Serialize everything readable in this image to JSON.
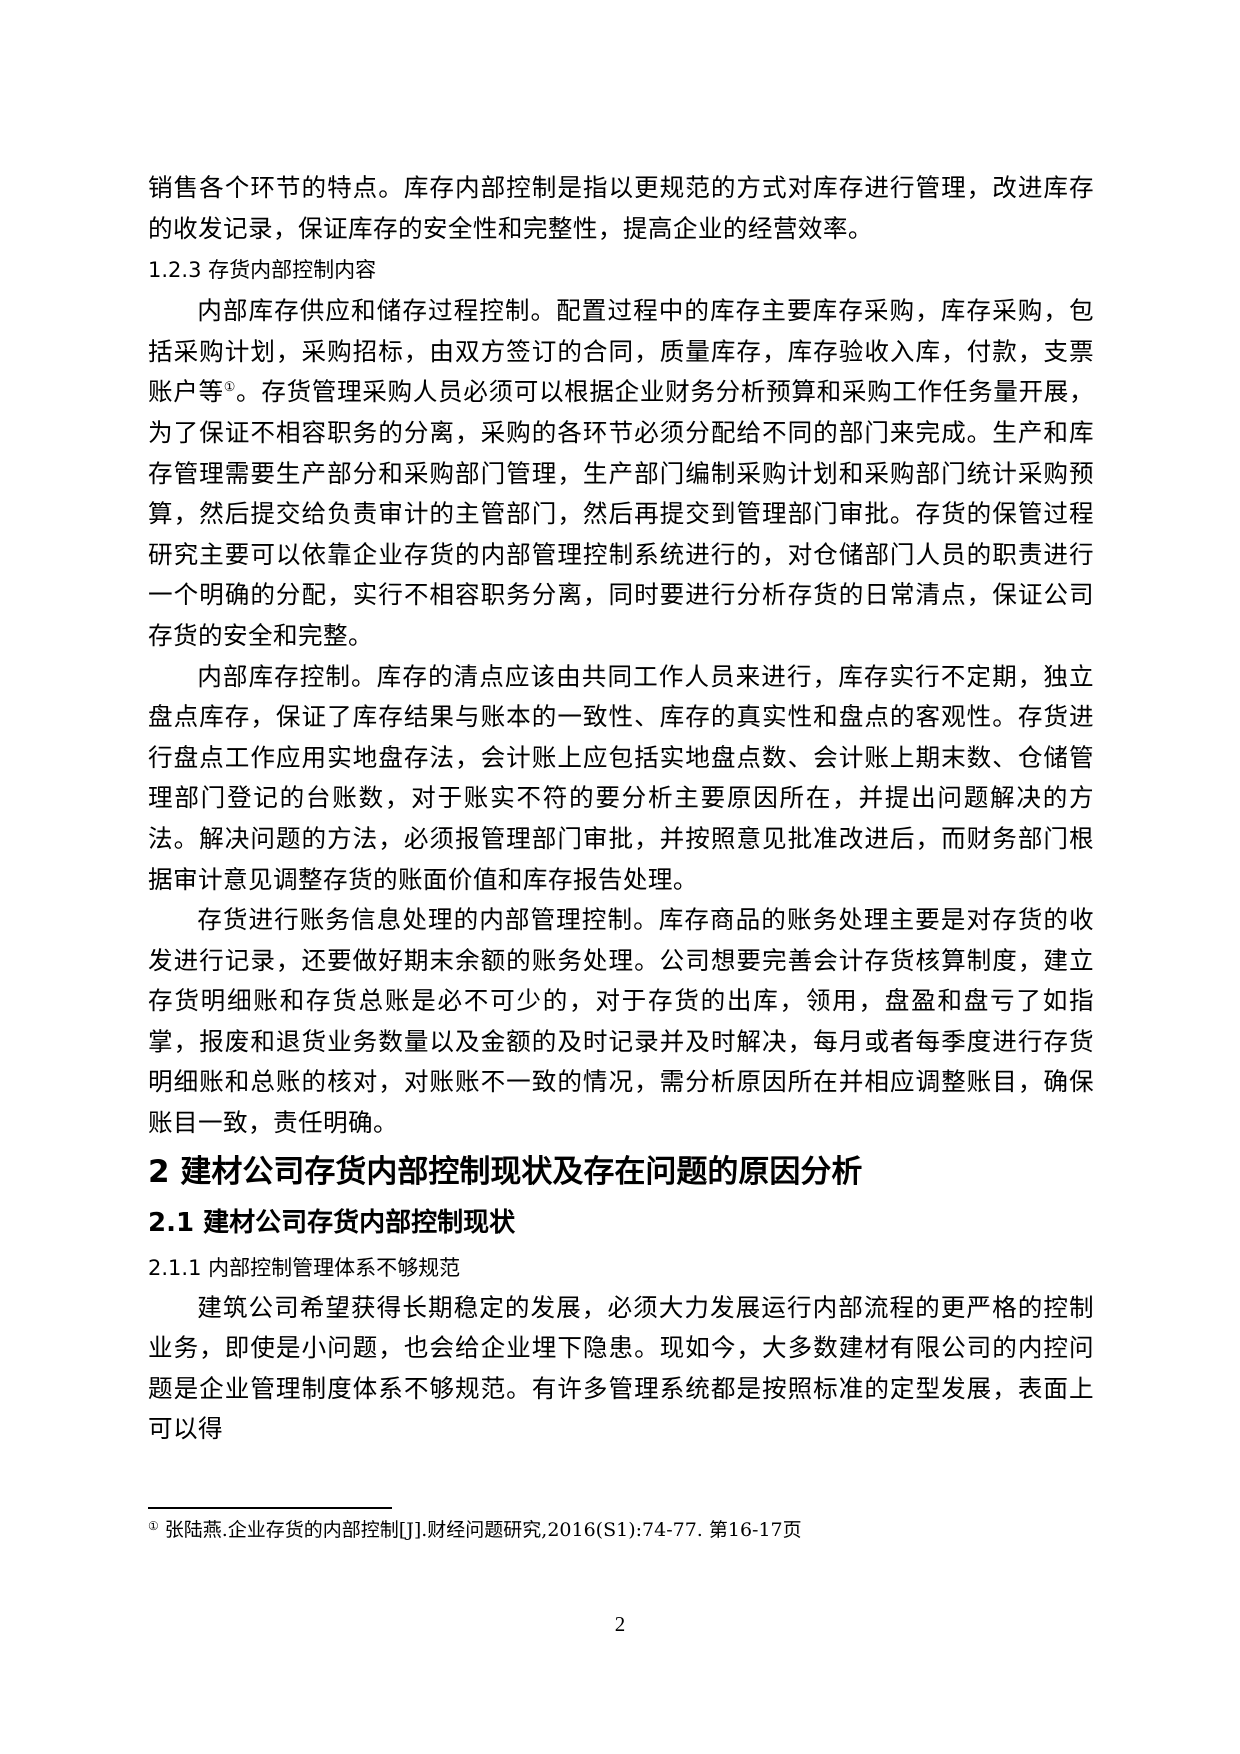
{
  "page": {
    "number": "2"
  },
  "body": {
    "p0": "销售各个环节的特点。库存内部控制是指以更规范的方式对库存进行管理，改进库存的收发记录，保证库存的安全性和完整性，提高企业的经营效率。",
    "h_1_2_3": "1.2.3 存货内部控制内容",
    "p1_a": "内部库存供应和储存过程控制。配置过程中的库存主要库存采购，库存采购，包括采购计划，采购招标，由双方签订的合同，质量库存，库存验收入库，付款，支票账户等",
    "p1_ref": "①",
    "p1_b": "。存货管理采购人员必须可以根据企业财务分析预算和采购工作任务量开展，为了保证不相容职务的分离，采购的各环节必须分配给不同的部门来完成。生产和库存管理需要生产部分和采购部门管理，生产部门编制采购计划和采购部门统计采购预算，然后提交给负责审计的主管部门，然后再提交到管理部门审批。存货的保管过程研究主要可以依靠企业存货的内部管理控制系统进行的，对仓储部门人员的职责进行一个明确的分配，实行不相容职务分离，同时要进行分析存货的日常清点，保证公司存货的安全和完整。",
    "p2": "内部库存控制。库存的清点应该由共同工作人员来进行，库存实行不定期，独立盘点库存，保证了库存结果与账本的一致性、库存的真实性和盘点的客观性。存货进行盘点工作应用实地盘存法，会计账上应包括实地盘点数、会计账上期末数、仓储管理部门登记的台账数，对于账实不符的要分析主要原因所在，并提出问题解决的方法。解决问题的方法，必须报管理部门审批，并按照意见批准改进后，而财务部门根据审计意见调整存货的账面价值和库存报告处理。",
    "p3": "存货进行账务信息处理的内部管理控制。库存商品的账务处理主要是对存货的收发进行记录，还要做好期末余额的账务处理。公司想要完善会计存货核算制度，建立存货明细账和存货总账是必不可少的，对于存货的出库，领用，盘盈和盘亏了如指掌，报废和退货业务数量以及金额的及时记录并及时解决，每月或者每季度进行存货明细账和总账的核对，对账账不一致的情况，需分析原因所在并相应调整账目，确保账目一致，责任明确。",
    "h_2": "2 建材公司存货内部控制现状及存在问题的原因分析",
    "h_2_1": "2.1 建材公司存货内部控制现状",
    "h_2_1_1": "2.1.1 内部控制管理体系不够规范",
    "p4": "建筑公司希望获得长期稳定的发展，必须大力发展运行内部流程的更严格的控制业务，即使是小问题，也会给企业埋下隐患。现如今，大多数建材有限公司的内控问题是企业管理制度体系不够规范。有许多管理系统都是按照标准的定型发展，表面上可以得"
  },
  "footnote": {
    "mark": "①",
    "text": "张陆燕.企业存货的内部控制[J].财经问题研究,2016(S1):74-77. 第16-17页"
  }
}
